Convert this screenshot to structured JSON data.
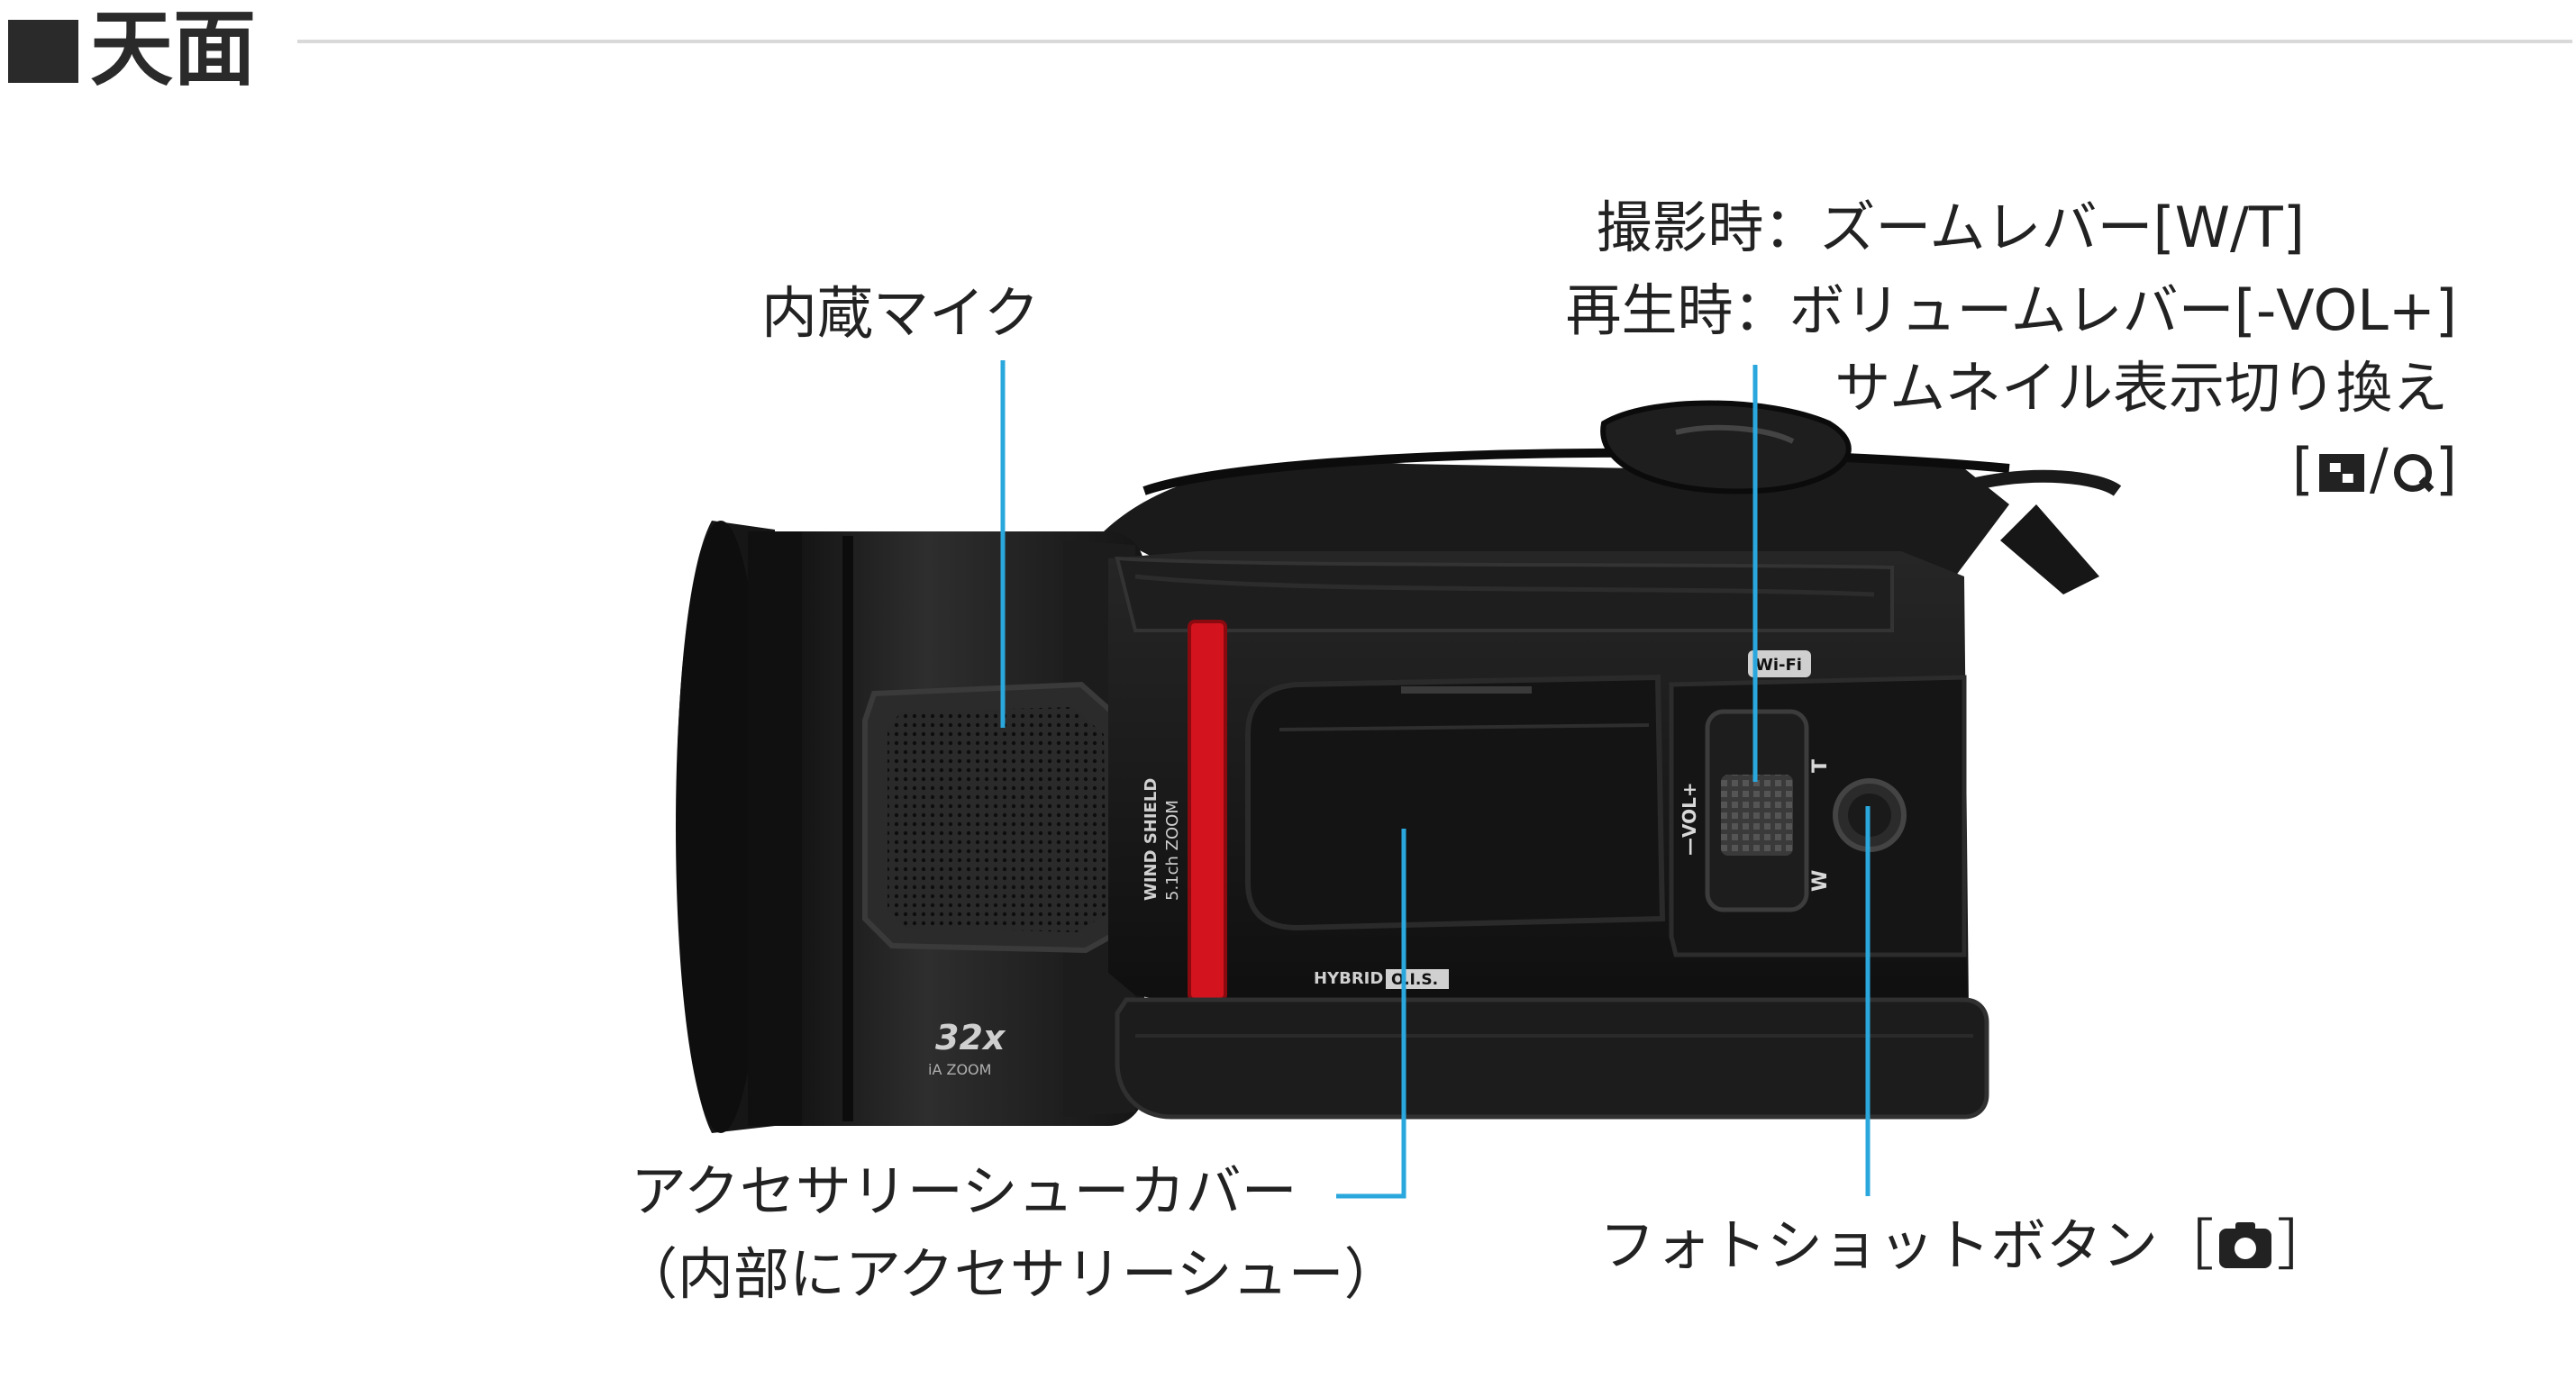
{
  "section": {
    "title": "天面"
  },
  "callouts": {
    "mic": "内蔵マイク",
    "zoom_rec_prefix": "撮影時：",
    "zoom_rec": "ズームレバー[W/T]",
    "zoom_play_prefix": "再生時：",
    "zoom_play": "ボリュームレバー[-VOL+]",
    "thumbnail": "サムネイル表示切り換え",
    "thumbnail_open": "[",
    "thumbnail_sep": "/",
    "thumbnail_close": "]",
    "shoe_cover": "アクセサリーシューカバー",
    "shoe_inside": "（内部にアクセサリーシュー）",
    "photo_button": "フォトショットボタン［",
    "photo_button_close": "］"
  },
  "camera_markings": {
    "zoom_badge": "32x",
    "zoom_badge_sub": "iA ZOOM",
    "wind_shield": "WIND SHIELD",
    "surround": "5.1ch ZOOM",
    "hybrid": "HYBRID",
    "ois": "O.I.S.",
    "wifi": "Wi-Fi",
    "lever_w": "W",
    "lever_t": "T",
    "lever_vol": "—VOL+"
  },
  "colors": {
    "leader_line": "#2aa7dc",
    "body": "#1b1b1b",
    "accent_red": "#d3141e",
    "text": "#222222"
  }
}
